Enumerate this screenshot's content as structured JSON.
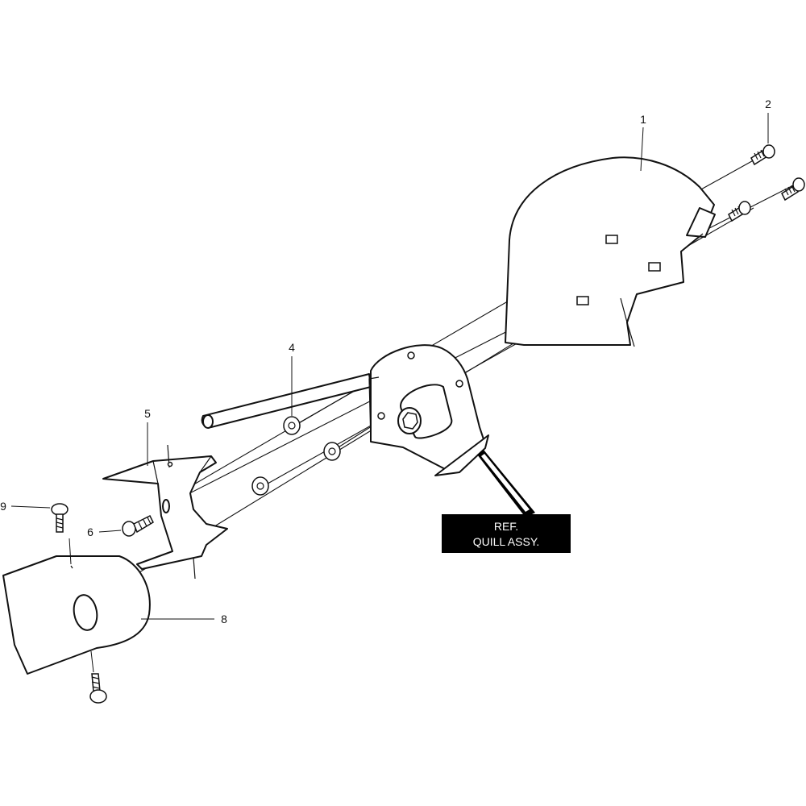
{
  "diagram": {
    "callouts": [
      {
        "id": "1",
        "label": "1"
      },
      {
        "id": "2",
        "label": "2"
      },
      {
        "id": "4",
        "label": "4"
      },
      {
        "id": "5",
        "label": "5"
      },
      {
        "id": "6",
        "label": "6"
      },
      {
        "id": "8",
        "label": "8"
      },
      {
        "id": "9",
        "label": "9"
      }
    ],
    "reference": {
      "line1": "REF.",
      "line2": "QUILL ASSY."
    },
    "colors": {
      "line": "#111111",
      "fill": "#ffffff",
      "reference_box": "#000000"
    }
  }
}
